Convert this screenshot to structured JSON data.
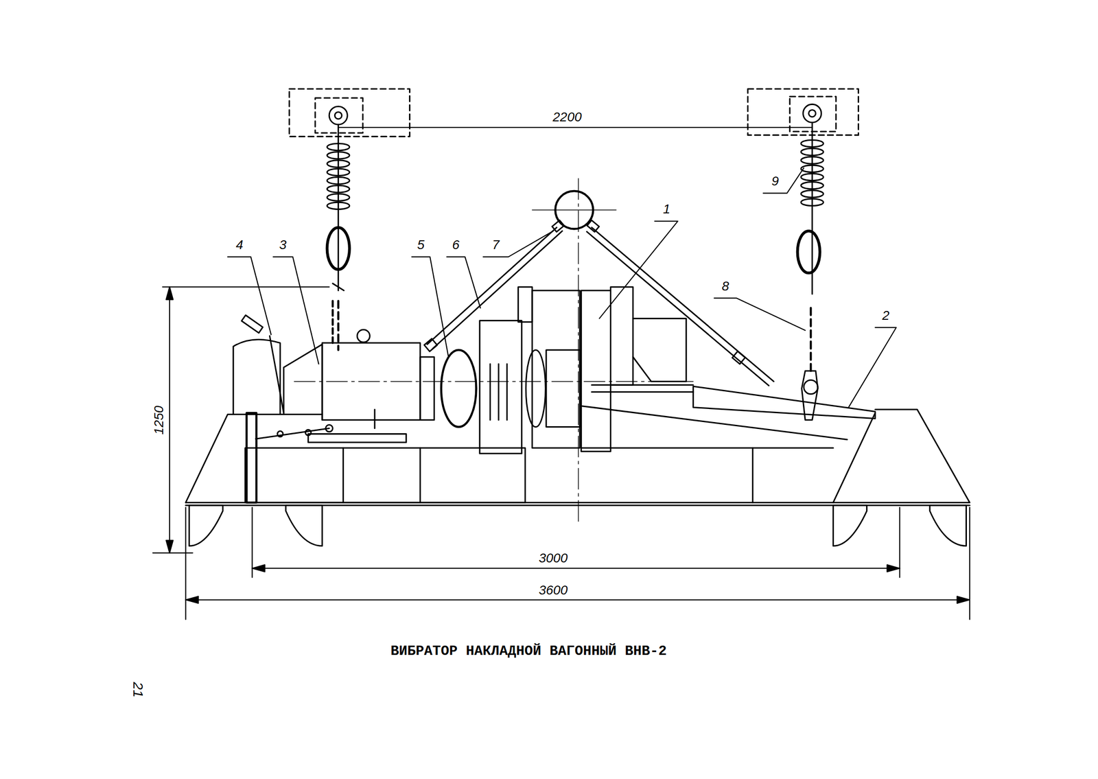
{
  "diagram": {
    "caption": "ВИБРАТОР НАКЛАДНОЙ ВАГОННЫЙ ВНВ-2",
    "labels": [
      "4",
      "3",
      "5",
      "6",
      "7",
      "1",
      "9",
      "8",
      "2",
      "2200",
      "1250",
      "3000",
      "3600",
      "21"
    ]
  }
}
